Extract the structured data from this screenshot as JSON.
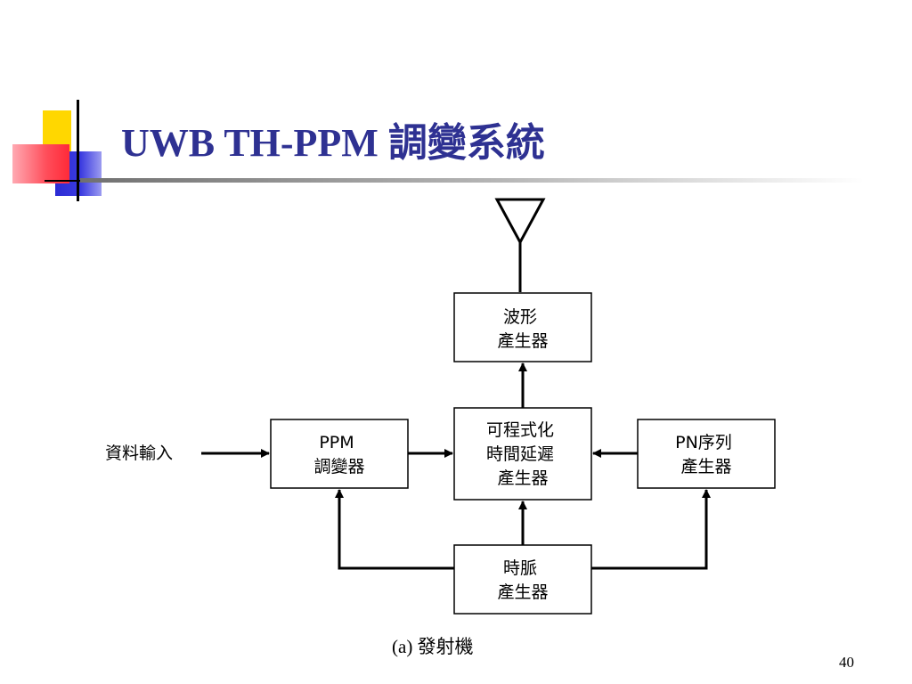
{
  "slide": {
    "title": "UWB TH-PPM 調變系統",
    "caption": "(a) 發射機",
    "page_number": "40"
  },
  "diagram": {
    "input_label": "資料輸入",
    "blocks": {
      "waveform": [
        "波形",
        "產生器"
      ],
      "ppm": [
        "PPM",
        "調變器"
      ],
      "delay": [
        "可程式化",
        "時間延遲",
        "產生器"
      ],
      "pn": [
        "PN序列",
        "產生器"
      ],
      "clock": [
        "時脈",
        "產生器"
      ]
    },
    "icons": [
      "antenna-icon"
    ]
  },
  "colors": {
    "title": "#2e3192",
    "accent_yellow": "#ffd700",
    "accent_blue": "#2b2bd4",
    "accent_red": "#ff2a38"
  }
}
